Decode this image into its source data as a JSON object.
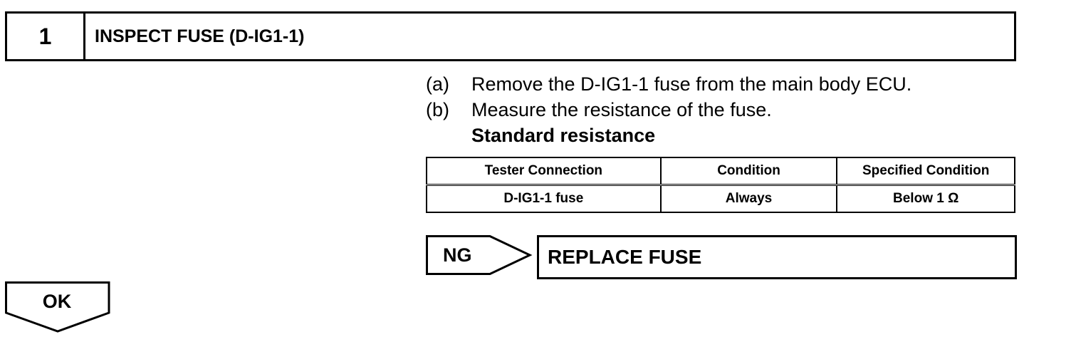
{
  "step": {
    "number": "1",
    "title": "INSPECT FUSE (D-IG1-1)"
  },
  "instructions": [
    {
      "label": "(a)",
      "text": "Remove the D-IG1-1 fuse from the main body ECU."
    },
    {
      "label": "(b)",
      "text": "Measure the resistance of the fuse."
    }
  ],
  "subheading": "Standard resistance",
  "table": {
    "headers": [
      "Tester Connection",
      "Condition",
      "Specified Condition"
    ],
    "rows": [
      [
        "D-IG1-1 fuse",
        "Always",
        "Below 1 Ω"
      ]
    ]
  },
  "ng": {
    "label": "NG",
    "action": "REPLACE FUSE"
  },
  "ok": {
    "label": "OK"
  }
}
